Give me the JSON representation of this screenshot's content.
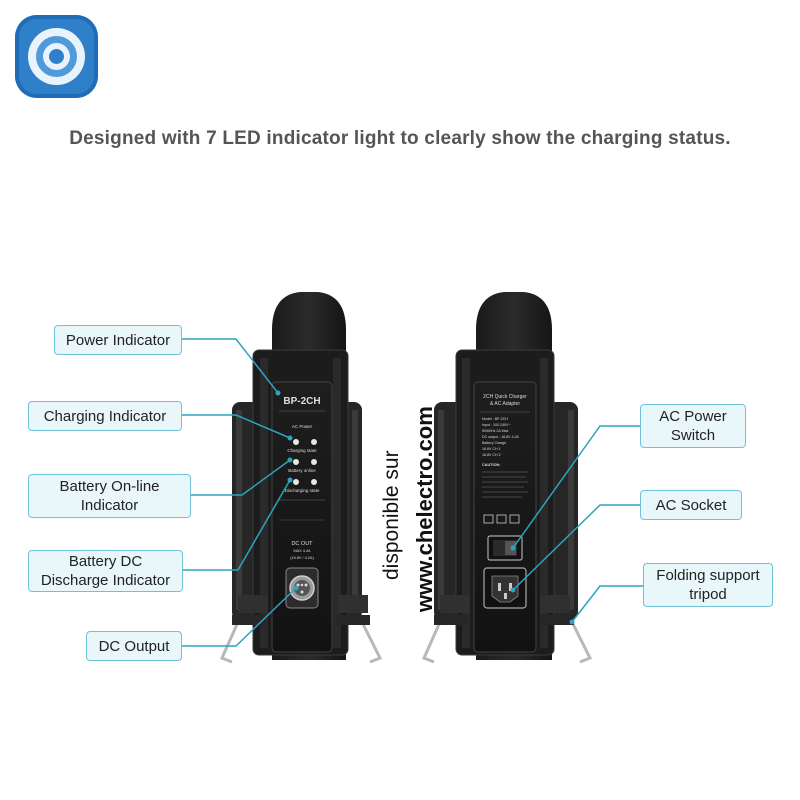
{
  "headline": "Designed with 7 LED indicator light to clearly show the charging status.",
  "labels": {
    "power_indicator": "Power Indicator",
    "charging_indicator": "Charging Indicator",
    "battery_online_l1": "Battery On-line",
    "battery_online_l2": "Indicator",
    "battery_dc_l1": "Battery DC",
    "battery_dc_l2": "Discharge Indicator",
    "dc_output": "DC Output",
    "ac_power_l1": "AC Power",
    "ac_power_l2": "Switch",
    "ac_socket": "AC Socket",
    "folding_l1": "Folding support",
    "folding_l2": "tripod"
  },
  "front_panel": {
    "model": "BP-2CH",
    "ac_power": "AC Power",
    "charging_state": "Charging state",
    "battery_online": "Battery online",
    "discharging_state": "Discharging state",
    "dc_out": "DC OUT",
    "dc_out_sub": "MAX 4.4A",
    "dc_out_voltage": "(16.8V / 4.2A)"
  },
  "rear_panel": {
    "title_l1": "2CH Quick Charger",
    "title_l2": "& AC Adapter",
    "spec_model": "Model : BP-2CH",
    "spec_input": "Input : 100-240V~",
    "spec_freq": "50/60Hz 2A Max",
    "spec_dc": "DC output : 16.8V  4.2A",
    "spec_charge": "Battery Charge",
    "spec_ch1": "16.8V  CH 1",
    "spec_ch2": "16.8V  CH 2",
    "caution": "CAUTION:"
  },
  "watermark": {
    "line1": "disponible sur",
    "line2": "www.chelectro.com"
  },
  "colors": {
    "accent": "#6fc3d6",
    "label_bg": "#e9f6fa",
    "leader": "#2ea3bf",
    "logo": "#2f7fc9"
  }
}
